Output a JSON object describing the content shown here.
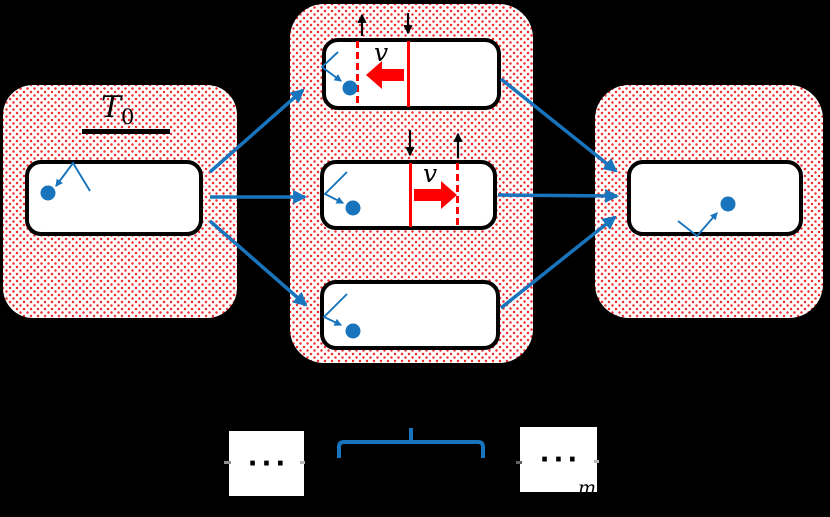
{
  "diagram": {
    "initial_bath": {
      "temperature_label": "T",
      "temperature_subscript": "0"
    },
    "branch_bath": {
      "top_process": {
        "velocity_label": "v"
      },
      "middle_process": {
        "velocity_label": "v"
      }
    },
    "bottom_row": {
      "left_box_ellipsis": "···",
      "right_box_ellipsis": "···",
      "clipped_label": "m"
    },
    "colors": {
      "arrow_blue": "#1874BC",
      "piston_red": "#FF0000",
      "bath_dot_red": "#F23030",
      "chamber_border": "#000000",
      "background": "#000000"
    }
  }
}
